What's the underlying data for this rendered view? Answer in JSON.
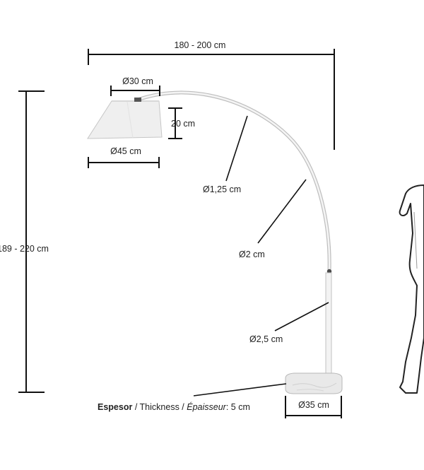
{
  "dimensions": {
    "overall_width": "180 - 200 cm",
    "overall_height": "189 - 220 cm",
    "shade_top_diameter": "Ø30 cm",
    "shade_height": "20 cm",
    "shade_bottom_diameter": "Ø45 cm",
    "arc_upper_diameter": "Ø1,25 cm",
    "arc_middle_diameter": "Ø2 cm",
    "pole_diameter": "Ø2,5 cm",
    "base_diameter": "Ø35 cm"
  },
  "thickness_note": {
    "es": "Espesor",
    "sep1": " / ",
    "en": "Thickness",
    "sep2": " / ",
    "fr": "Épaisseur",
    "value": ": 5 cm"
  },
  "colors": {
    "line": "#111111",
    "lamp_body": "#ececec",
    "lamp_outline": "#bdbdbd",
    "marble": "#e9e9e9",
    "silhouette": "#ffffff"
  }
}
